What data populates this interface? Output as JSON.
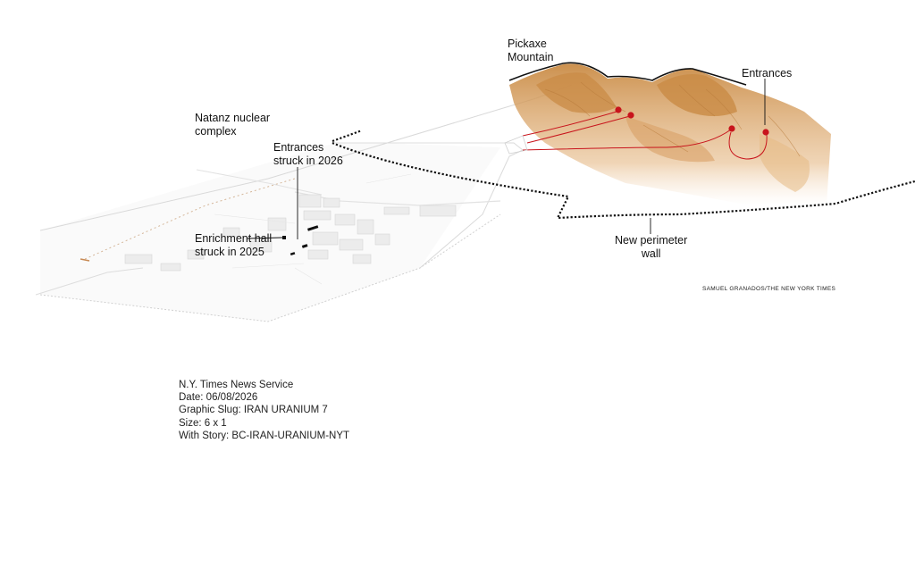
{
  "labels": {
    "pickaxe": [
      "Pickaxe",
      "Mountain"
    ],
    "entrances": "Entrances",
    "natanz": [
      "Natanz nuclear",
      "complex"
    ],
    "entrances_struck": [
      "Entrances",
      "struck in 2026"
    ],
    "enrichment_hall": [
      "Enrichment hall",
      "struck in 2025"
    ],
    "perimeter": [
      "New perimeter",
      "wall"
    ]
  },
  "credit": "SAMUEL GRANADOS/THE NEW YORK TIMES",
  "meta": {
    "service": "N.Y. Times News Service",
    "date": "Date: 06/08/2026",
    "slug": "Graphic Slug: IRAN URANIUM 7",
    "size": "Size: 6 x 1",
    "story": "With Story: BC-IRAN-URANIUM-NYT"
  },
  "colors": {
    "terrain": "#c98b45",
    "terrain_light": "#e3b27a",
    "tunnel": "#c8141c",
    "perimeter_wall": "#111111",
    "site_lines": "#d4d4d4"
  }
}
